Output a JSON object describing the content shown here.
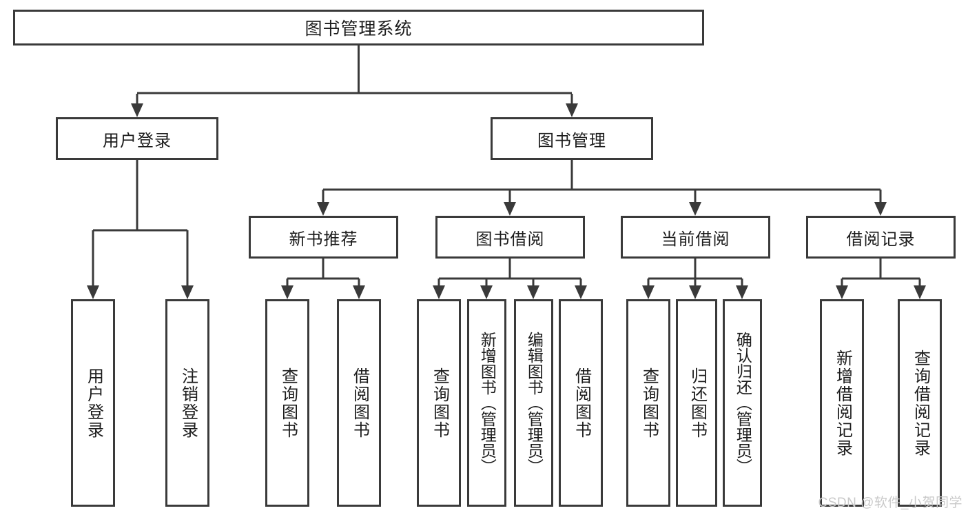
{
  "diagram": {
    "title": "图书管理系统",
    "type": "hierarchy-tree",
    "watermark": "CSDN @软件_小贺同学",
    "colors": {
      "background": "#ffffff",
      "box_border": "#3a3a3a",
      "box_fill": "#ffffff",
      "connector": "#3a3a3a",
      "text": "#1c1c1c",
      "watermark": "#c9c9c9"
    },
    "levels": {
      "root": {
        "label": "图书管理系统"
      },
      "level2": [
        {
          "label": "用户登录"
        },
        {
          "label": "图书管理"
        }
      ],
      "level3": [
        {
          "label": "新书推荐"
        },
        {
          "label": "图书借阅"
        },
        {
          "label": "当前借阅"
        },
        {
          "label": "借阅记录"
        }
      ],
      "leaves": {
        "user_login": [
          {
            "label": "用户登录"
          },
          {
            "label": "注销登录"
          }
        ],
        "new_book": [
          {
            "label": "查询图书"
          },
          {
            "label": "借阅图书"
          }
        ],
        "book_borrow": [
          {
            "label": "查询图书"
          },
          {
            "label": "新增图书（管理员）"
          },
          {
            "label": "编辑图书（管理员）"
          },
          {
            "label": "借阅图书"
          }
        ],
        "current_borrow": [
          {
            "label": "查询图书"
          },
          {
            "label": "归还图书"
          },
          {
            "label": "确认归还（管理员）"
          }
        ],
        "borrow_record": [
          {
            "label": "新增借阅记录"
          },
          {
            "label": "查询借阅记录"
          }
        ]
      }
    }
  }
}
